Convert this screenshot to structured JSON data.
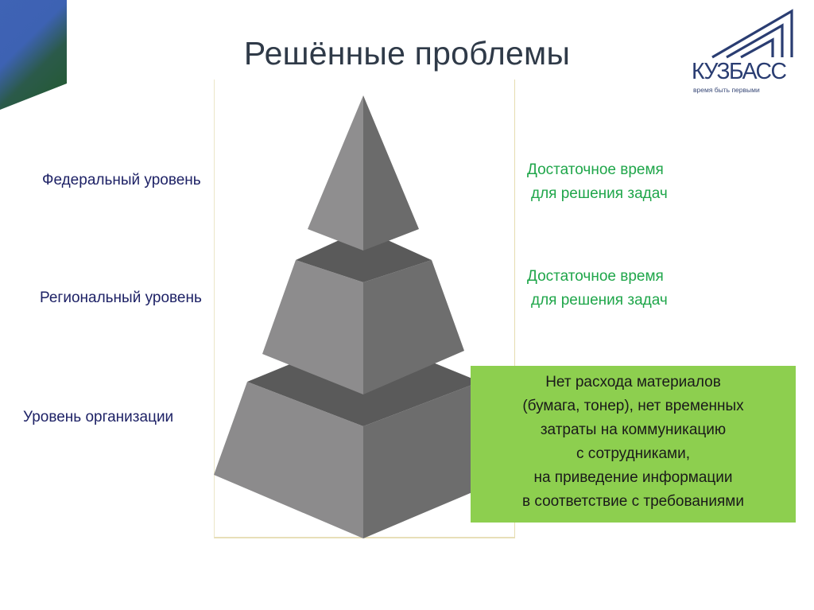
{
  "slide": {
    "title": "Решённые проблемы",
    "logo": {
      "name": "КУЗБАСС",
      "tagline": "время быть первыми",
      "color": "#2a3d72"
    },
    "accent_colors": {
      "corner_top": "#3f63b5",
      "corner_bottom": "#275a3a",
      "label_color": "#1e2266",
      "benefit_color": "#1fa64a",
      "box_color": "#8dcf4f"
    },
    "levels": [
      {
        "label": "Федеральный уровень",
        "benefit_lines": [
          "Достаточное время",
          "для решения задач"
        ]
      },
      {
        "label": "Региональный уровень",
        "benefit_lines": [
          "Достаточное время",
          "для решения задач"
        ]
      },
      {
        "label": "Уровень организации",
        "benefit_lines": [
          "Нет расхода материалов",
          "(бумага, тонер), нет временных",
          "затраты на коммуникацию",
          "с сотрудниками,",
          "на приведение информации",
          "в соответствие с требованиями"
        ]
      }
    ]
  }
}
